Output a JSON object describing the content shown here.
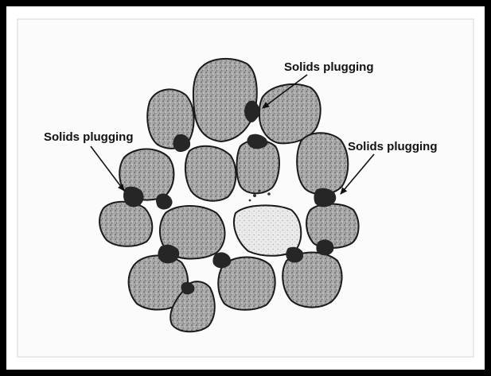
{
  "diagram": {
    "labels": {
      "top_right": "Solids plugging",
      "left": "Solids plugging",
      "right": "Solids plugging"
    },
    "colors": {
      "outer_border": "#000000",
      "inner_panel_edge": "#d4d4d4",
      "grain_fill": "#9b9b9b",
      "grain_outline": "#1a1a1a",
      "light_grain_fill": "#e6e6e6",
      "plug_fill": "#262626"
    }
  }
}
